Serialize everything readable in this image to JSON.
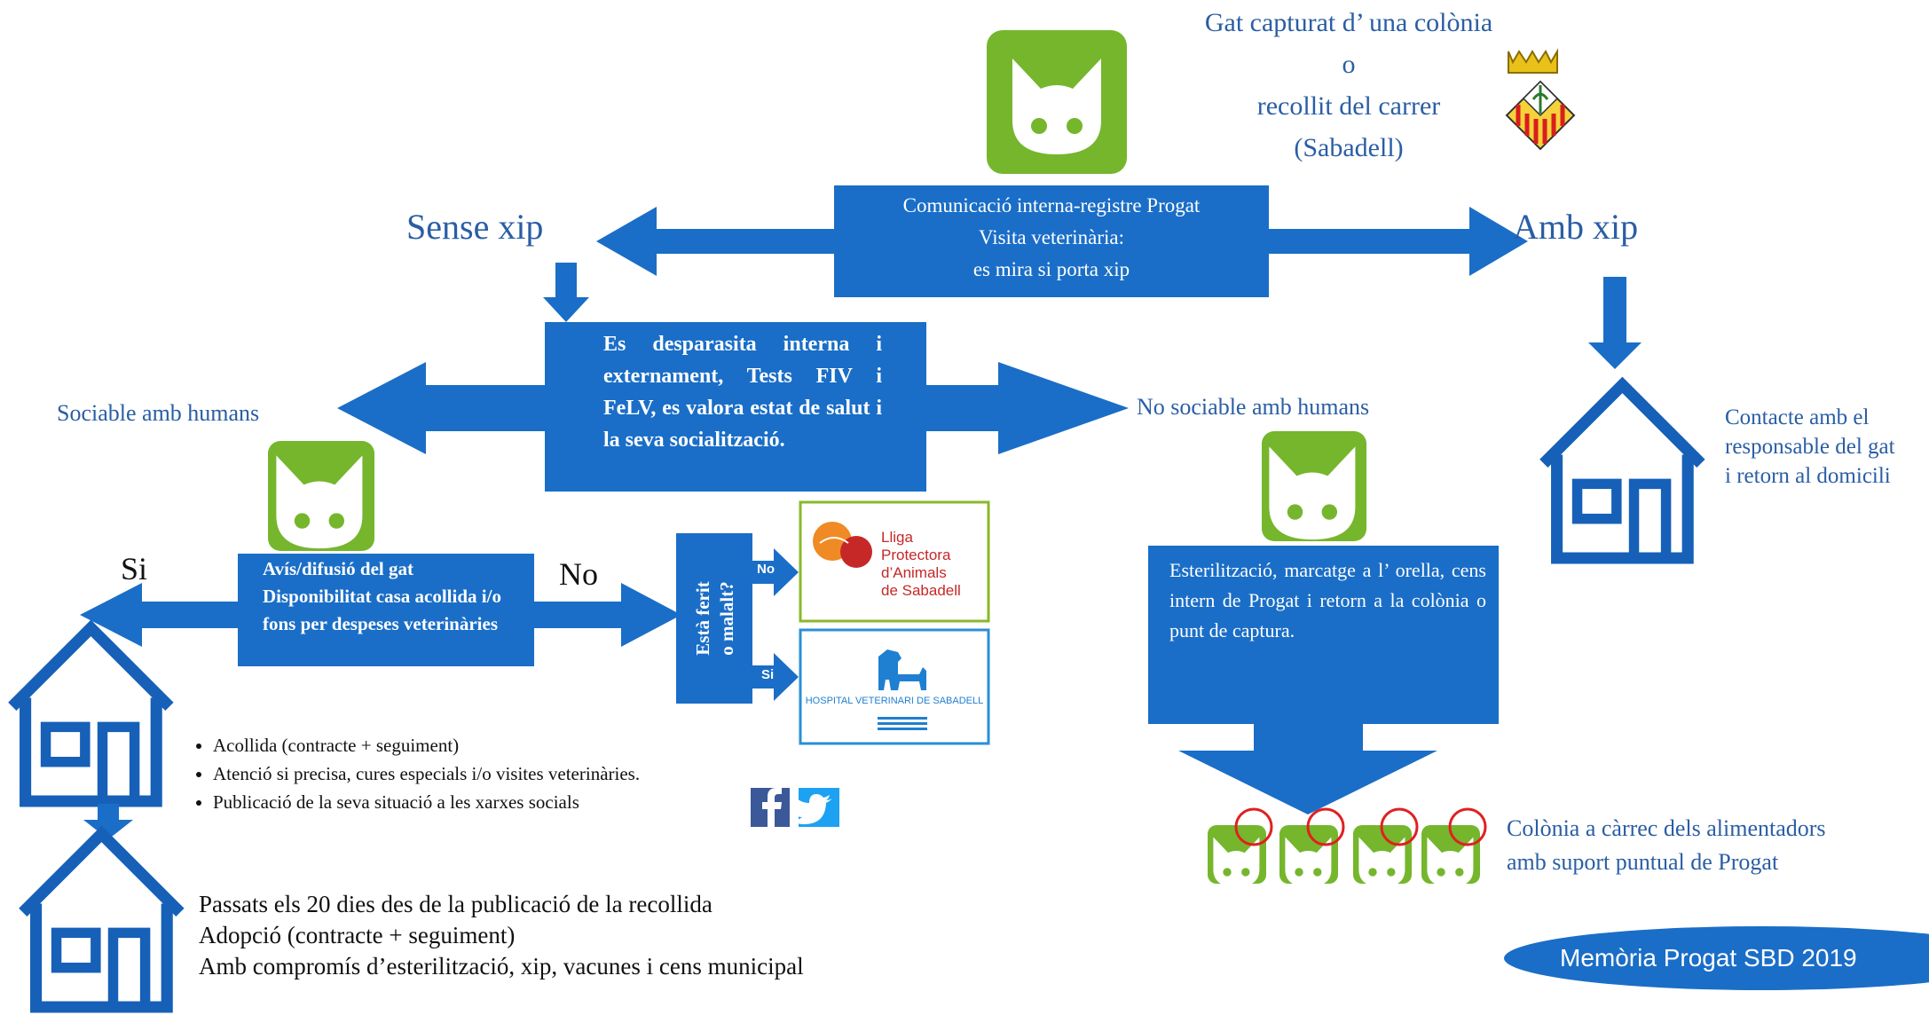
{
  "header": {
    "line1": "Gat capturat d’ una colònia",
    "line2": "o",
    "line3": "recollit del carrer",
    "line4": "(Sabadell)"
  },
  "top_box": {
    "line1": "Comunicació interna-registre Progat",
    "line2": "Visita veterinària:",
    "line3": "es mira si porta xip"
  },
  "labels": {
    "sense_xip": "Sense xip",
    "amb_xip": "Amb xip",
    "sociable": "Sociable amb humans",
    "no_sociable": "No sociable amb humans",
    "si": "Si",
    "no": "No"
  },
  "middle_box": {
    "text": "Es desparasita interna i externament, Tests FIV i FeLV, es valora estat de salut i la seva socialització."
  },
  "left_box": {
    "line1": "Avís/difusió del gat",
    "line2": "Disponibilitat casa acollida i/o fons per despeses veterinàries"
  },
  "question_box": {
    "line1": "Està ferit",
    "line2": "o malalt?",
    "branch_no": "No",
    "branch_si": "Si"
  },
  "lliga_logo": {
    "line1": "Lliga",
    "line2": "Protectora",
    "line3": "d’Animals",
    "line4": "de Sabadell"
  },
  "hospital_logo": {
    "text": "HOSPITAL VETERINARI DE SABADELL"
  },
  "right_box": {
    "text": "Esterilització, marcatge a l’ orella, cens intern de Progat i retorn a la colònia o punt de captura."
  },
  "contact_text": {
    "line1": "Contacte amb el",
    "line2": "responsable del gat",
    "line3": "i retorn al domicili"
  },
  "bullets": [
    "Acollida (contracte + seguiment)",
    "Atenció si precisa, cures especials i/o visites veterinàries.",
    "Publicació de la seva situació a les xarxes socials"
  ],
  "adoption": {
    "line1": "Passats els 20 dies des de la publicació de la recollida",
    "line2": "Adopció (contracte + seguiment)",
    "line3": "Amb compromís d’esterilització, xip, vacunes i cens municipal"
  },
  "colony_text": {
    "line1": "Colònia a càrrec dels alimentadors",
    "line2": "amb suport puntual de Progat"
  },
  "footer_badge": "Memòria Progat SBD 2019",
  "social_icons": [
    "facebook-icon",
    "twitter-icon"
  ],
  "colors": {
    "blue": "#1a6ec7",
    "navy_text": "#2a5ea4",
    "green": "#75b62d",
    "house": "#1660b8",
    "ear_circle": "#e02020"
  }
}
